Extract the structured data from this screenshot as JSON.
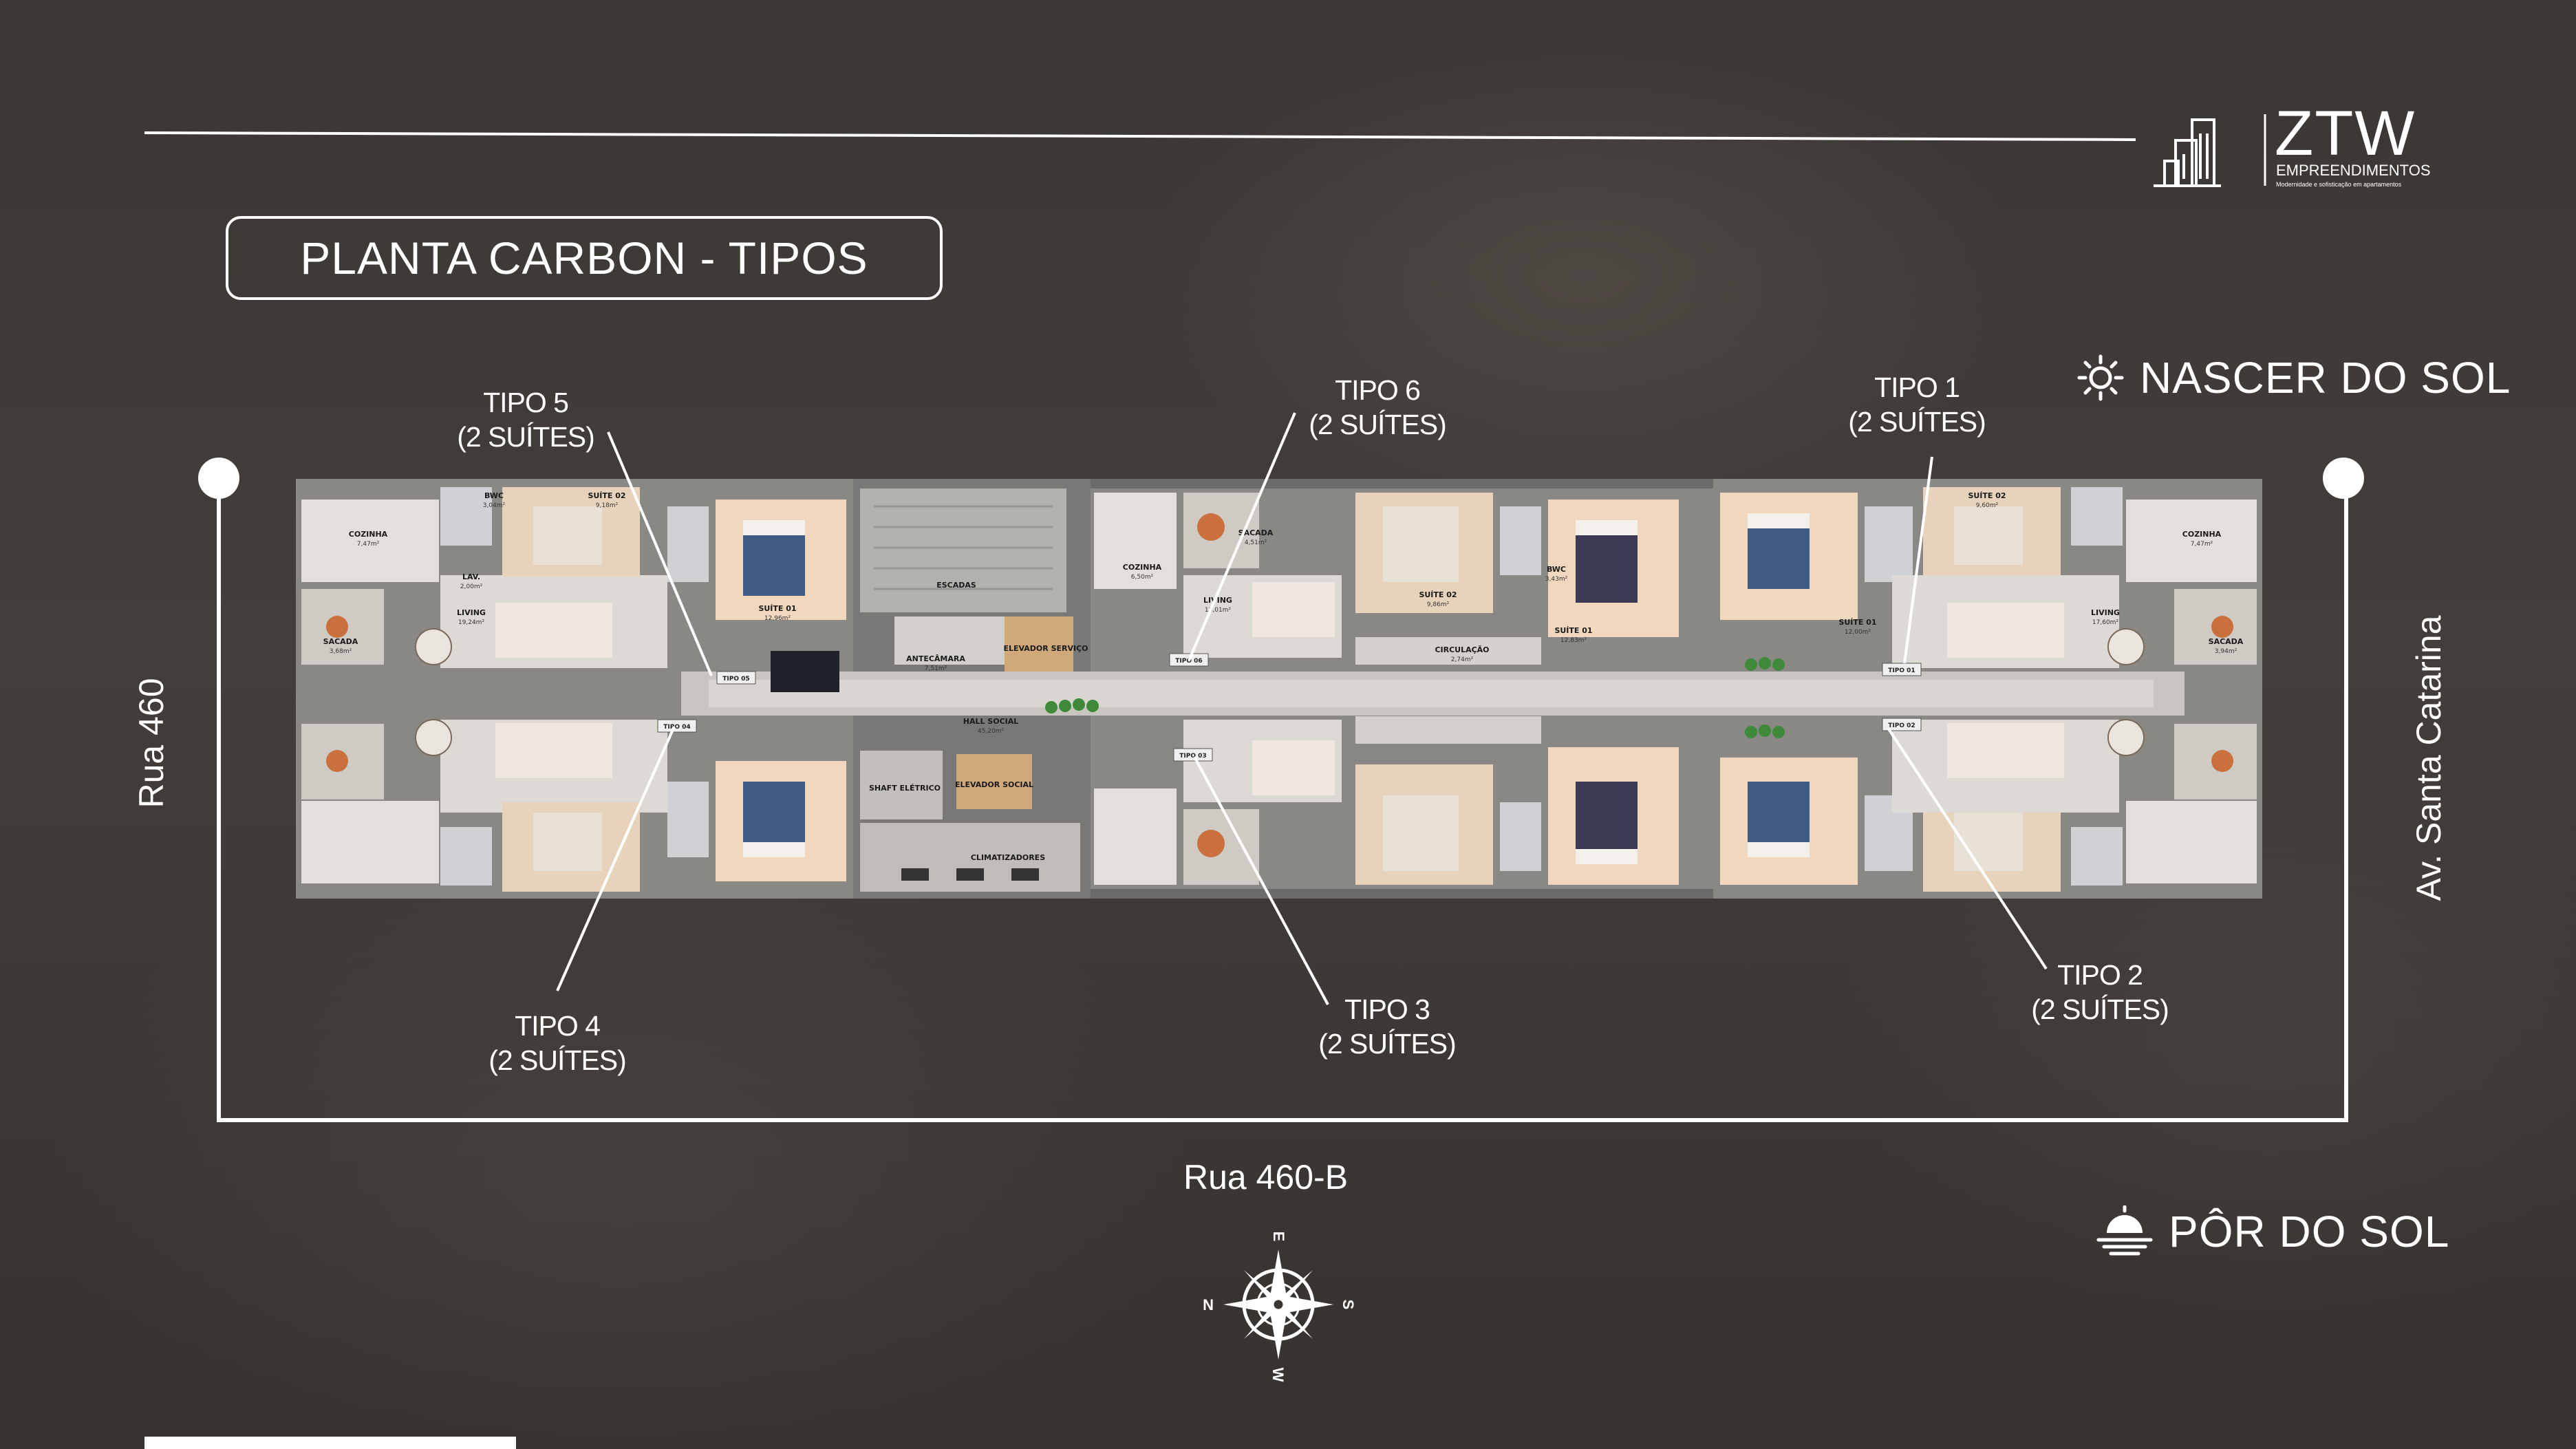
{
  "title": "PLANTA CARBON - TIPOS",
  "logo": {
    "brand": "ZTW",
    "sub": "EMPREENDIMENTOS",
    "tagline": "Modernidade e sofisticação em apartamentos"
  },
  "sunrise_label": "NASCER DO SOL",
  "sunset_label": "PÔR DO SOL",
  "streets": {
    "left": "Rua 460",
    "bottom": "Rua 460-B",
    "right": "Av. Santa Catarina"
  },
  "tipos": [
    {
      "line1": "TIPO 5",
      "line2": "(2 SUÍTES)"
    },
    {
      "line1": "TIPO 6",
      "line2": "(2 SUÍTES)"
    },
    {
      "line1": "TIPO 1",
      "line2": "(2 SUÍTES)"
    },
    {
      "line1": "TIPO 4",
      "line2": "(2 SUÍTES)"
    },
    {
      "line1": "TIPO 3",
      "line2": "(2 SUÍTES)"
    },
    {
      "line1": "TIPO 2",
      "line2": "(2 SUÍTES)"
    }
  ],
  "compass": {
    "n": "N",
    "s": "S",
    "e": "E",
    "w": "W"
  },
  "plan_rooms": [
    {
      "name": "COZINHA",
      "area": "7,47m²"
    },
    {
      "name": "SACADA",
      "area": "3,68m²"
    },
    {
      "name": "LIVING",
      "area": "19,24m²"
    },
    {
      "name": "BWC",
      "area": "3,04m²"
    },
    {
      "name": "SUÍTE 02",
      "area": "9,18m²"
    },
    {
      "name": "SUÍTE 01",
      "area": "12,96m²"
    },
    {
      "name": "ESCADAS",
      "area": ""
    },
    {
      "name": "ANTECÂMARA",
      "area": "7,51m²"
    },
    {
      "name": "ELEVADOR SERVIÇO",
      "area": ""
    },
    {
      "name": "HALL SOCIAL",
      "area": "45,20m²"
    },
    {
      "name": "SHAFT ELÉTRICO",
      "area": ""
    },
    {
      "name": "ELEVADOR SOCIAL",
      "area": ""
    },
    {
      "name": "CLIMATIZADORES",
      "area": ""
    },
    {
      "name": "COZINHA",
      "area": "6,50m²"
    },
    {
      "name": "LIVING",
      "area": "13,01m²"
    },
    {
      "name": "SACADA",
      "area": "4,51m²"
    },
    {
      "name": "CIRCULAÇÃO",
      "area": "2,74m²"
    },
    {
      "name": "SUÍTE 02",
      "area": "9,86m²"
    },
    {
      "name": "SUÍTE 01",
      "area": "12,83m²"
    },
    {
      "name": "BWC",
      "area": "3,43m²"
    },
    {
      "name": "SUÍTE 01",
      "area": "12,00m²"
    },
    {
      "name": "SUÍTE 02",
      "area": "9,60m²"
    },
    {
      "name": "LIVING",
      "area": "17,60m²"
    },
    {
      "name": "SACADA",
      "area": "3,94m²"
    },
    {
      "name": "COZINHA",
      "area": "7,47m²"
    },
    {
      "name": "LAV.",
      "area": "2,00m²"
    }
  ],
  "unit_tags": [
    "TIPO 05",
    "TIPO 04",
    "TIPO 06",
    "TIPO 03",
    "TIPO 01",
    "TIPO 02"
  ]
}
